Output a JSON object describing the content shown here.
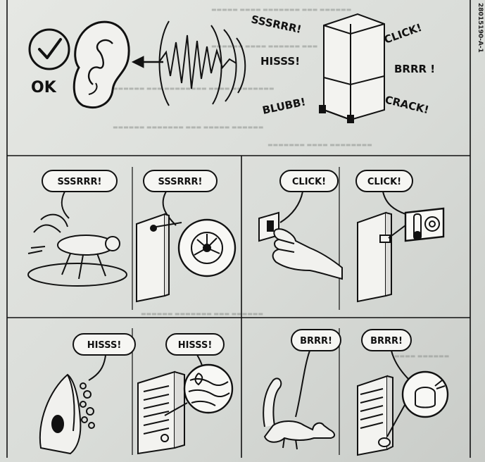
{
  "doc_id": "28015190-A-1",
  "ok_label": "OK",
  "top_sounds": [
    "SSSRRR!",
    "HISSS!",
    "BLUBB!",
    "CLICK!",
    "BRRR !",
    "CRACK!"
  ],
  "panels": {
    "fly": "SSSRRR!",
    "fan": "SSSRRR!",
    "switch": "CLICK!",
    "thermostat": "CLICK!",
    "iron": "HISSS!",
    "coil": "HISSS!",
    "cat": "BRRR!",
    "compressor": "BRRR!"
  },
  "colors": {
    "ink": "#111111",
    "paper": "#e6e8e4",
    "bubble": "#f6f6f3"
  }
}
